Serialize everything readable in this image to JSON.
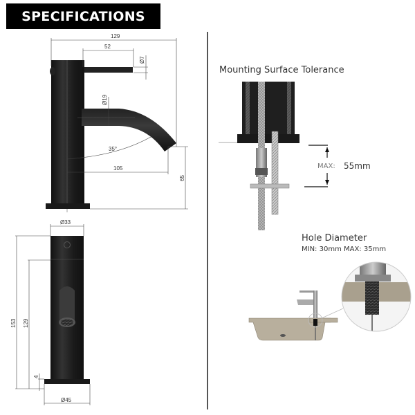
{
  "header": {
    "title": "SPECIFICATIONS"
  },
  "side_view": {
    "dims": {
      "overall_length": "129",
      "handle_length": "52",
      "handle_diameter": "Ø7",
      "spout_diameter": "Ø19",
      "spout_angle": "35°",
      "spout_reach": "105",
      "spout_height": "65"
    }
  },
  "front_view": {
    "dims": {
      "body_diameter": "Ø33",
      "overall_height": "153",
      "body_height": "129",
      "base_height": "4",
      "base_diameter": "Ø45"
    }
  },
  "mounting": {
    "title": "Mounting Surface Tolerance",
    "max_label": "MAX:",
    "max_value": "55mm"
  },
  "hole": {
    "title": "Hole Diameter",
    "range": "MIN: 30mm  MAX: 35mm"
  },
  "colors": {
    "banner": "#000000",
    "product": "#1e1e1e",
    "benchtop": "#a9a08e",
    "dimension_line": "#444444"
  }
}
